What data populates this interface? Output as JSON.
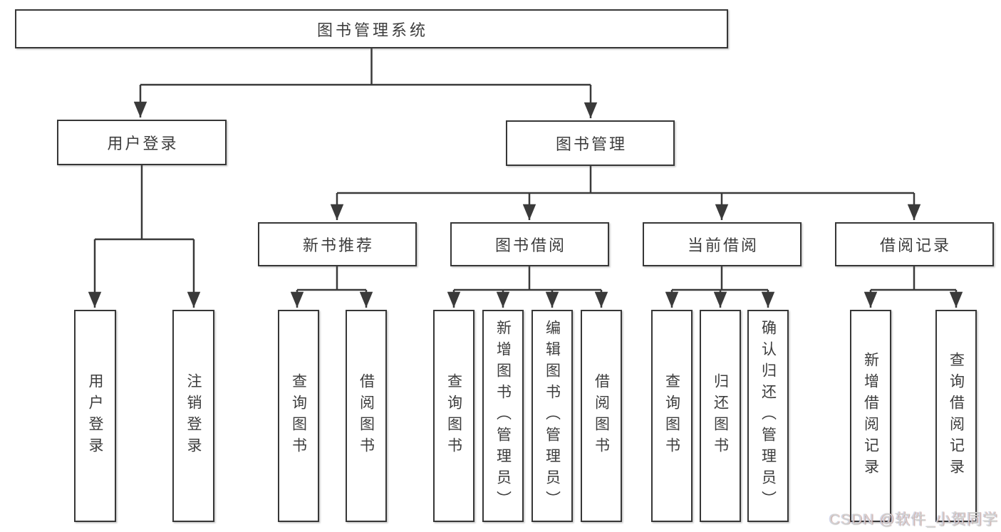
{
  "nodes": {
    "root": "图书管理系统",
    "user_login": "用户登录",
    "book_mgmt": "图书管理",
    "new_books": "新书推荐",
    "book_borrow": "图书借阅",
    "current_borrow": "当前借阅",
    "borrow_records": "借阅记录",
    "ul_login": "用户登录",
    "ul_logout": "注销登录",
    "nb_query": "查询图书",
    "nb_borrow": "借阅图书",
    "bb_query": "查询图书",
    "bb_add": "新增图书（管理员）",
    "bb_edit": "编辑图书（管理员）",
    "bb_borrow": "借阅图书",
    "cb_query": "查询图书",
    "cb_return": "归还图书",
    "cb_confirm": "确认归还（管理员）",
    "br_add": "新增借阅记录",
    "br_query": "查询借阅记录"
  },
  "watermark": "CSDN @软件_小贺同学",
  "colors": {
    "line": "#3a3a3a",
    "border": "#373737",
    "text": "#3d3d3d",
    "background": "#ffffff",
    "watermark": "#d3d3d1"
  }
}
